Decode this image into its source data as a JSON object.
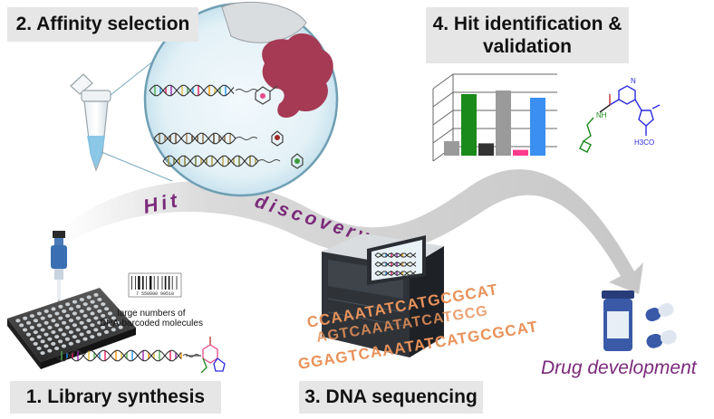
{
  "steps": {
    "library_synthesis": "1. Library synthesis",
    "affinity_selection": "2. Affinity selection",
    "dna_sequencing": "3. DNA sequencing",
    "hit_identification_line1": "4. Hit identification &",
    "hit_identification_line2": "validation"
  },
  "arc_text": {
    "word1": "Hit",
    "word2": "discovery"
  },
  "drug_development": "Drug development",
  "library_caption": {
    "line1": "large numbers of",
    "line2": "DNA-barcoded molecules"
  },
  "barcode_number": "7 550090 99510",
  "dna_sequence_text": {
    "line1": "CCAAATATCATGCGCAT",
    "line2": "AGTCAAATATCATGCG",
    "line3": "GGAGTCAAATATCATGCGCAT"
  },
  "molecule_labels": {
    "nh": "NH",
    "n": "N",
    "methoxy": "H3CO"
  },
  "colors": {
    "arc_text": "#7b2a7a",
    "label_bg": "#e6e6e6",
    "dna_letters": "#e8925a",
    "protein": "#a63a55",
    "bar_green": "#1a8a1a",
    "bar_pink": "#ff3b8f",
    "bar_blue": "#3a8ff0",
    "bar_gray": "#9a9a9a",
    "bar_dark": "#333333"
  },
  "chart_data": {
    "type": "bar",
    "series": [
      {
        "values": [
          0.2,
          0.85,
          0.17,
          0.9,
          0.08,
          0.8
        ]
      }
    ],
    "bar_colors": [
      "#9a9a9a",
      "#1a8a1a",
      "#333333",
      "#9a9a9a",
      "#ff3b8f",
      "#3a8ff0"
    ],
    "ylim": [
      0,
      1
    ]
  }
}
